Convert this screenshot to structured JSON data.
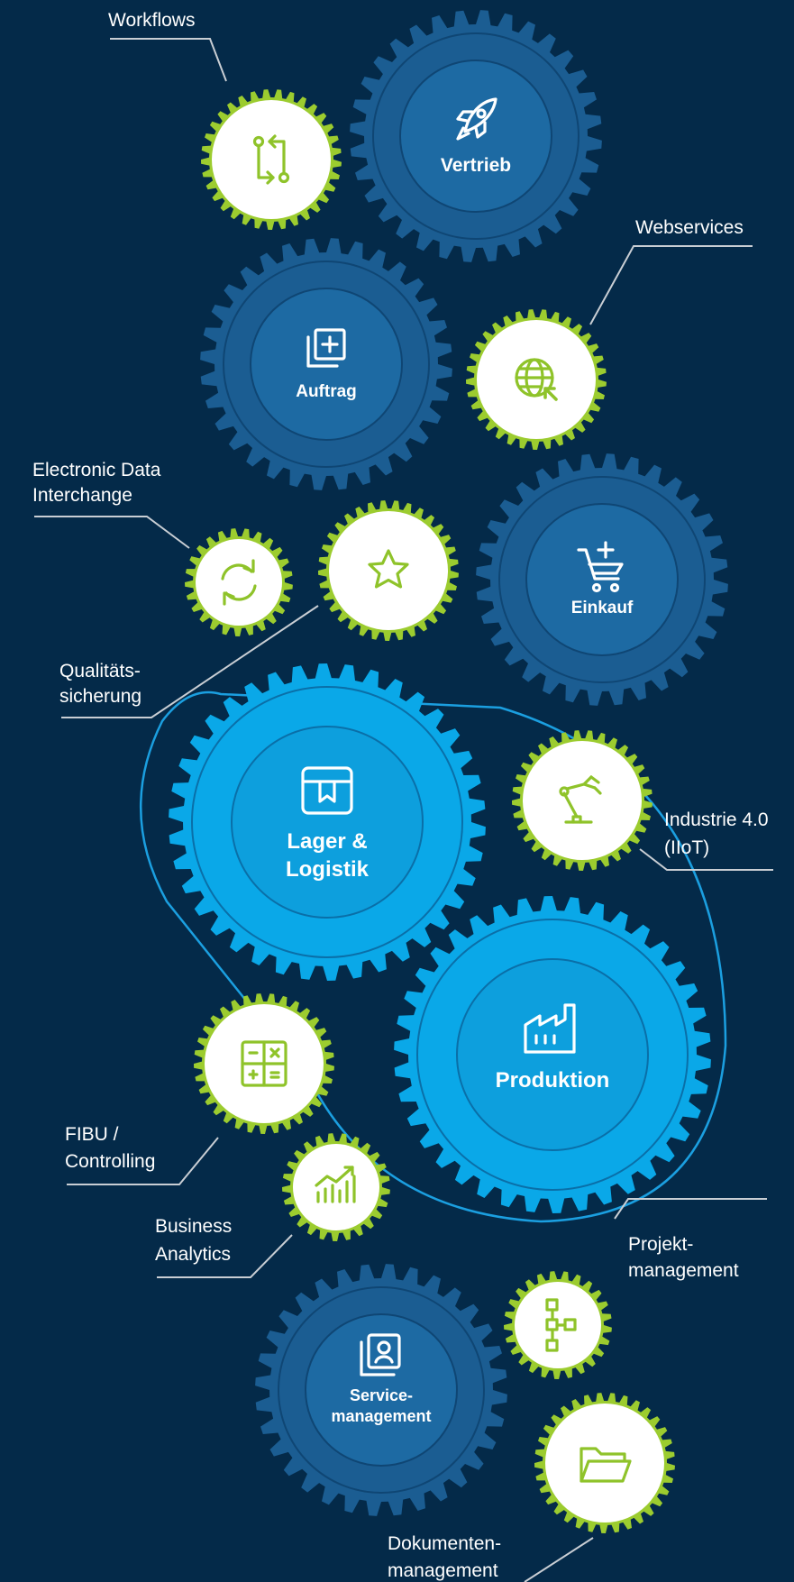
{
  "colors": {
    "background": "#042a49",
    "dark_gear": "#1b5d92",
    "dark_gear_inner": "#1d6aa3",
    "highlight_gear": "#0aa8e8",
    "highlight_inner": "#0d9fdd",
    "small_gear_rim": "#9ccc2f",
    "small_gear_fill": "#ffffff",
    "small_icon": "#8fc32a",
    "line": "#c9ced4",
    "outline_blue": "#1b9fe0"
  },
  "modules": {
    "vertrieb": {
      "label": "Vertrieb",
      "icon": "rocket-icon"
    },
    "auftrag": {
      "label": "Auftrag",
      "icon": "add-document-icon"
    },
    "einkauf": {
      "label": "Einkauf",
      "icon": "cart-add-icon"
    },
    "lager": {
      "label_line1": "Lager &",
      "label_line2": "Logistik",
      "icon": "box-icon"
    },
    "produktion": {
      "label": "Produktion",
      "icon": "factory-icon"
    },
    "service": {
      "label_line1": "Service-",
      "label_line2": "management",
      "icon": "id-card-icon"
    }
  },
  "features": {
    "workflows": {
      "label": "Workflows",
      "icon": "workflow-icon"
    },
    "webservices": {
      "label": "Webservices",
      "icon": "globe-cursor-icon"
    },
    "edi": {
      "label_line1": "Electronic Data",
      "label_line2": "Interchange",
      "icon": "sync-icon"
    },
    "quality": {
      "label_line1": "Qualitäts-",
      "label_line2": "sicherung",
      "icon": "star-icon"
    },
    "industrie": {
      "label_line1": "Industrie 4.0",
      "label_line2": "(IIoT)",
      "icon": "robot-arm-icon"
    },
    "fibu": {
      "label_line1": "FIBU /",
      "label_line2": "Controlling",
      "icon": "calculator-icon"
    },
    "analytics": {
      "label_line1": "Business",
      "label_line2": "Analytics",
      "icon": "chart-icon"
    },
    "projekt": {
      "label_line1": "Projekt-",
      "label_line2": "management",
      "icon": "hierarchy-icon"
    },
    "dokumente": {
      "label_line1": "Dokumenten-",
      "label_line2": "management",
      "icon": "folder-icon"
    }
  }
}
